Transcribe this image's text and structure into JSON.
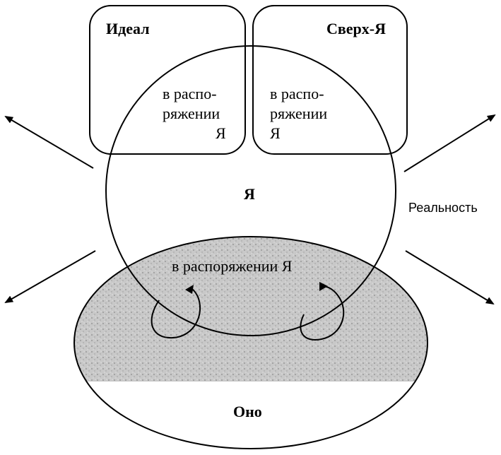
{
  "ideal": {
    "label": "Идеал",
    "sub_line1": "в распо-",
    "sub_line2": "ряжении",
    "sub_line3": "Я"
  },
  "superego": {
    "label": "Сверх-Я",
    "sub_line1": "в распо-",
    "sub_line2": "ряжении",
    "sub_line3": "Я"
  },
  "ego": {
    "label": "Я"
  },
  "id": {
    "label": "Оно",
    "sub": "в распоряжении Я"
  },
  "reality": {
    "label": "Реальность"
  }
}
